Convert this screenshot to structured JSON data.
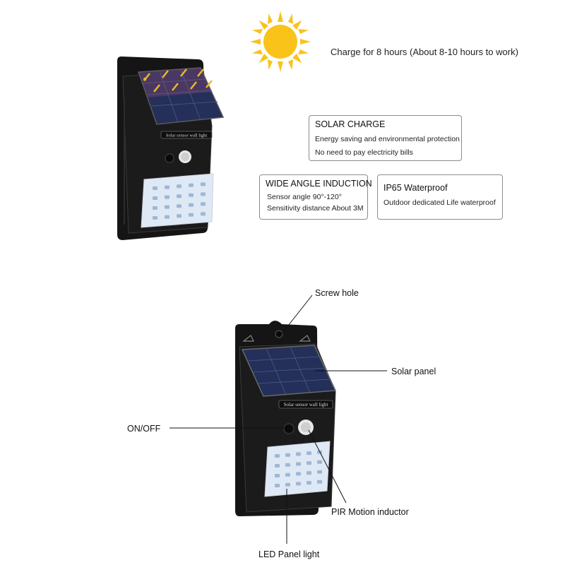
{
  "header": {
    "charge_text": "Charge for 8 hours (About 8-10 hours to work)"
  },
  "icons": {
    "sun": "sun-icon",
    "charge_arrows": "charging-arrows-icon"
  },
  "features": [
    {
      "title": "SOLAR CHARGE",
      "lines": [
        "Energy saving and environmental protection",
        "No need to pay electricity bills"
      ]
    },
    {
      "title": "WIDE ANGLE INDUCTION",
      "lines": [
        "Sensor angle 90°-120°",
        "Sensitivity distance About 3M"
      ]
    },
    {
      "title": "IP65 Waterproof",
      "lines": [
        "Outdoor dedicated Life waterproof"
      ]
    }
  ],
  "product": {
    "label_text": "Solar sensor wall light"
  },
  "callouts": {
    "screw_hole": "Screw hole",
    "solar_panel": "Solar panel",
    "on_off": "ON/OFF",
    "pir": "PIR Motion inductor",
    "led_panel": "LED Panel light"
  },
  "colors": {
    "sun": "#f9c31a",
    "panel": "#24305a",
    "housing": "#151515",
    "led_panel": "#dfe9f5",
    "arrow": "#e8b92a"
  }
}
